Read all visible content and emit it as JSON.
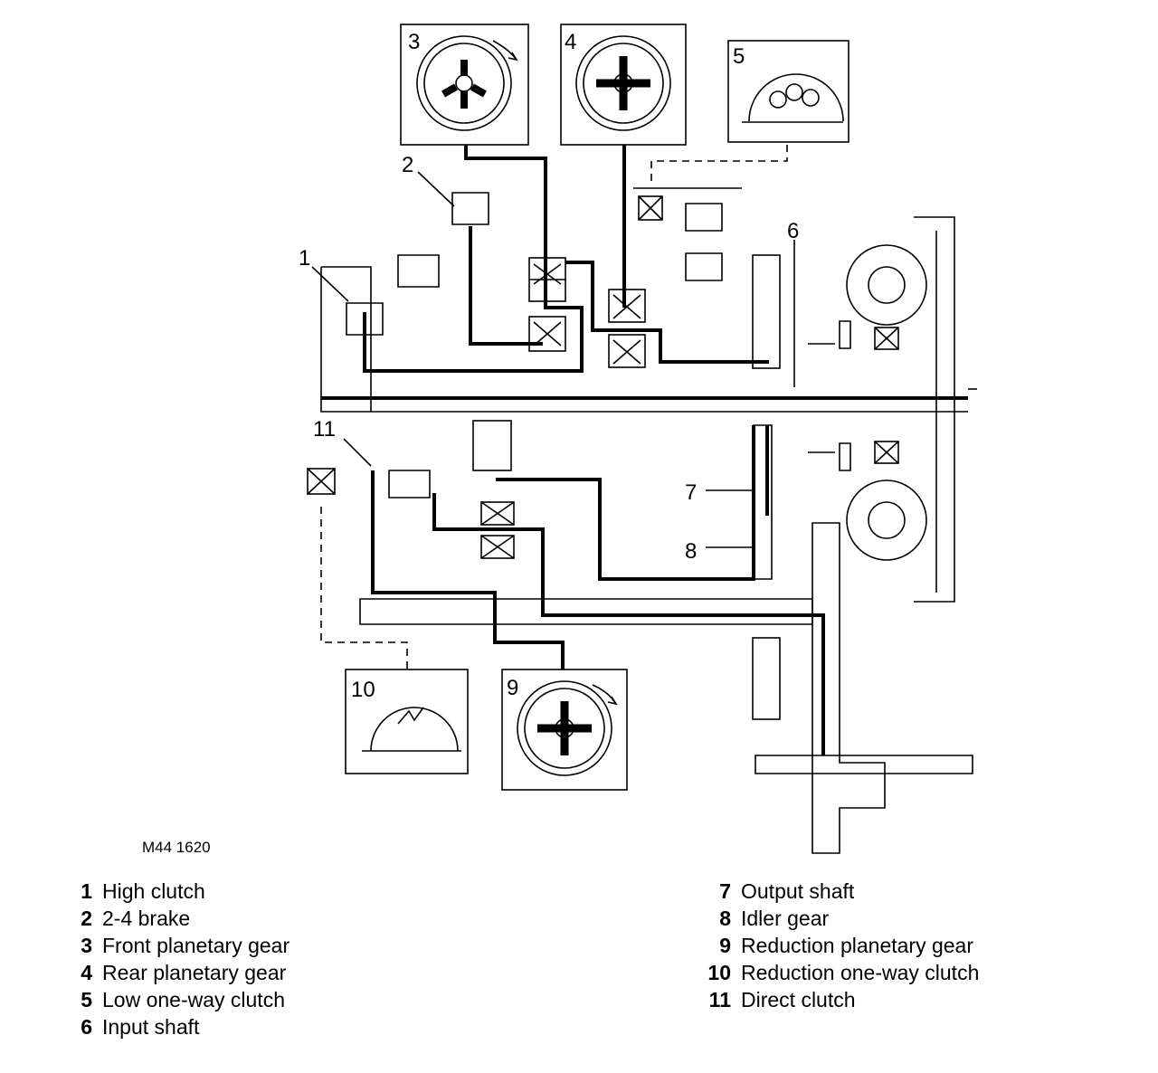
{
  "figure_code": "M44 1620",
  "callout_numbers": [
    "1",
    "2",
    "3",
    "4",
    "5",
    "6",
    "7",
    "8",
    "9",
    "10",
    "11"
  ],
  "legend_left": [
    {
      "num": "1",
      "label": "High clutch"
    },
    {
      "num": "2",
      "label": "2-4 brake"
    },
    {
      "num": "3",
      "label": "Front planetary gear"
    },
    {
      "num": "4",
      "label": "Rear planetary gear"
    },
    {
      "num": "5",
      "label": "Low one-way clutch"
    },
    {
      "num": "6",
      "label": "Input shaft"
    }
  ],
  "legend_right": [
    {
      "num": "7",
      "label": "Output shaft"
    },
    {
      "num": "8",
      "label": "Idler gear"
    },
    {
      "num": "9",
      "label": "Reduction planetary gear"
    },
    {
      "num": "10",
      "label": "Reduction one-way clutch"
    },
    {
      "num": "11",
      "label": "Direct clutch"
    }
  ],
  "colors": {
    "line": "#000000",
    "background": "#ffffff"
  }
}
